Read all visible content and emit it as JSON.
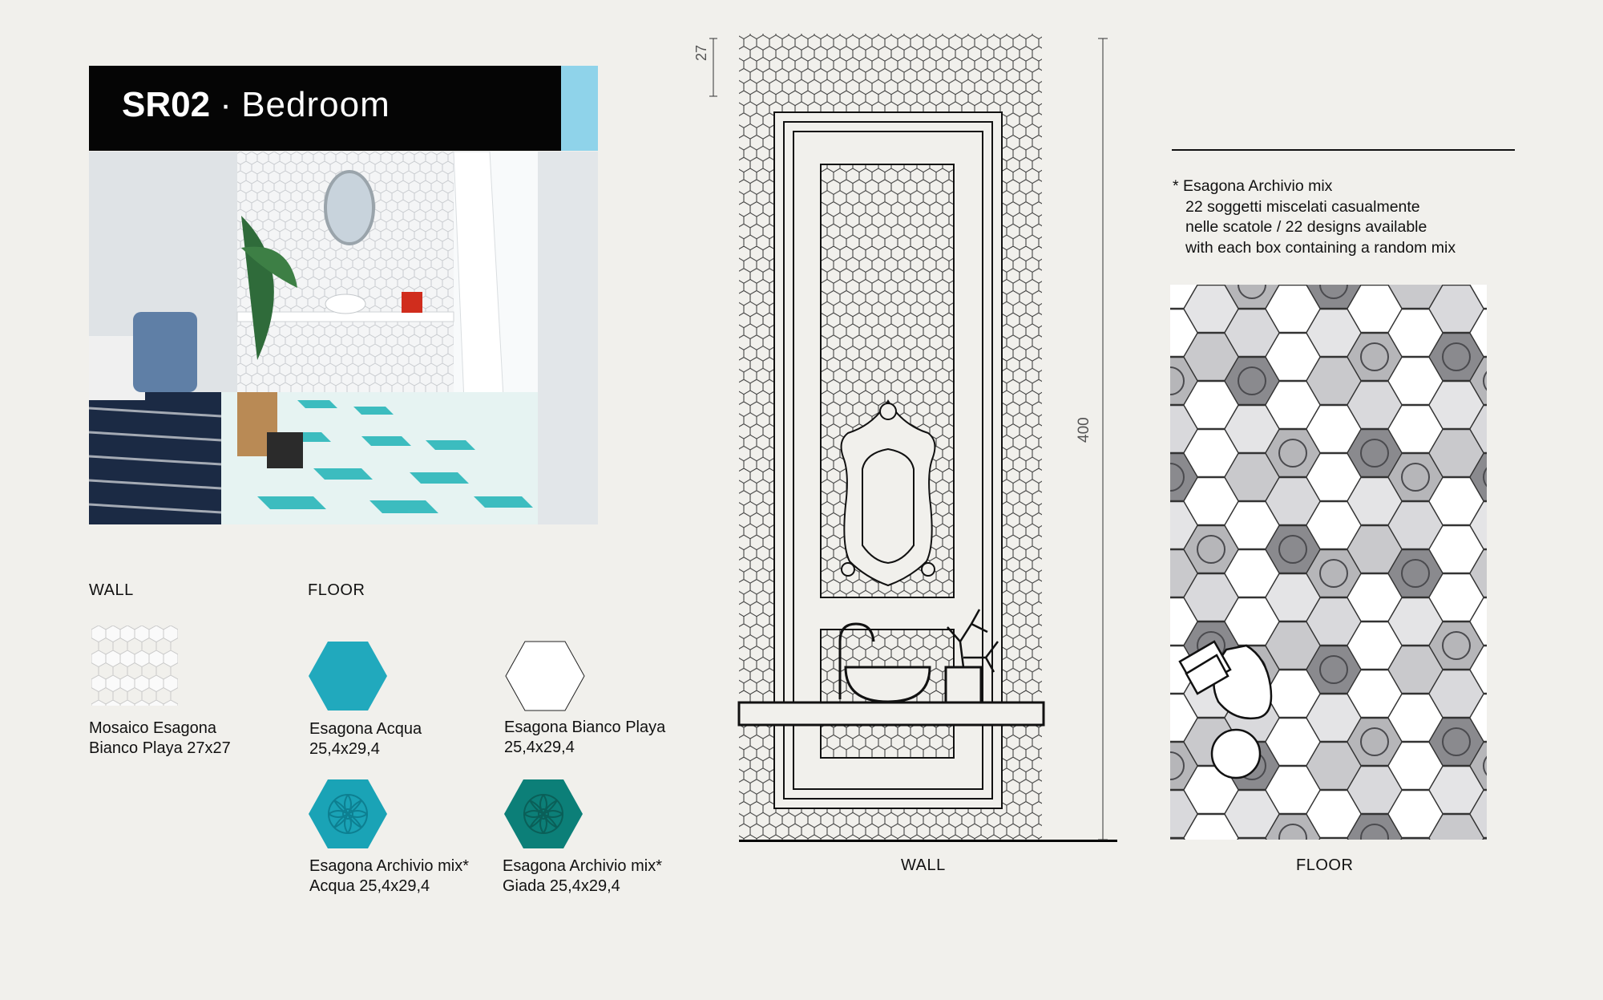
{
  "title": {
    "code": "SR02",
    "separator": " · ",
    "room": "Bedroom"
  },
  "sections": {
    "wall": "WALL",
    "floor": "FLOOR"
  },
  "wall_tile": {
    "name_line1": "Mosaico Esagona",
    "name_line2": "Bianco Playa 27x27"
  },
  "floor_tiles": [
    {
      "name_line1": "Esagona Acqua",
      "name_line2": "25,4x29,4",
      "color": "#21a9bd"
    },
    {
      "name_line1": "Esagona Bianco Playa",
      "name_line2": "25,4x29,4",
      "color": "#ffffff"
    },
    {
      "name_line1": "Esagona Archivio mix*",
      "name_line2": "Acqua 25,4x29,4",
      "color": "#1aa3b6"
    },
    {
      "name_line1": "Esagona Archivio mix*",
      "name_line2": "Giada 25,4x29,4",
      "color": "#0c7f78"
    }
  ],
  "drawing": {
    "dimension_small": "27",
    "dimension_height": "400",
    "wall_label": "WALL",
    "floor_label": "FLOOR"
  },
  "note": {
    "line1": "* Esagona Archivio mix",
    "line2": "22 soggetti miscelati casualmente",
    "line3": "nelle scatole / 22 designs available",
    "line4": "with each box containing a random mix"
  },
  "colors": {
    "header": "#050505",
    "accent": "#8fd3ea",
    "background": "#f1f0ec"
  }
}
